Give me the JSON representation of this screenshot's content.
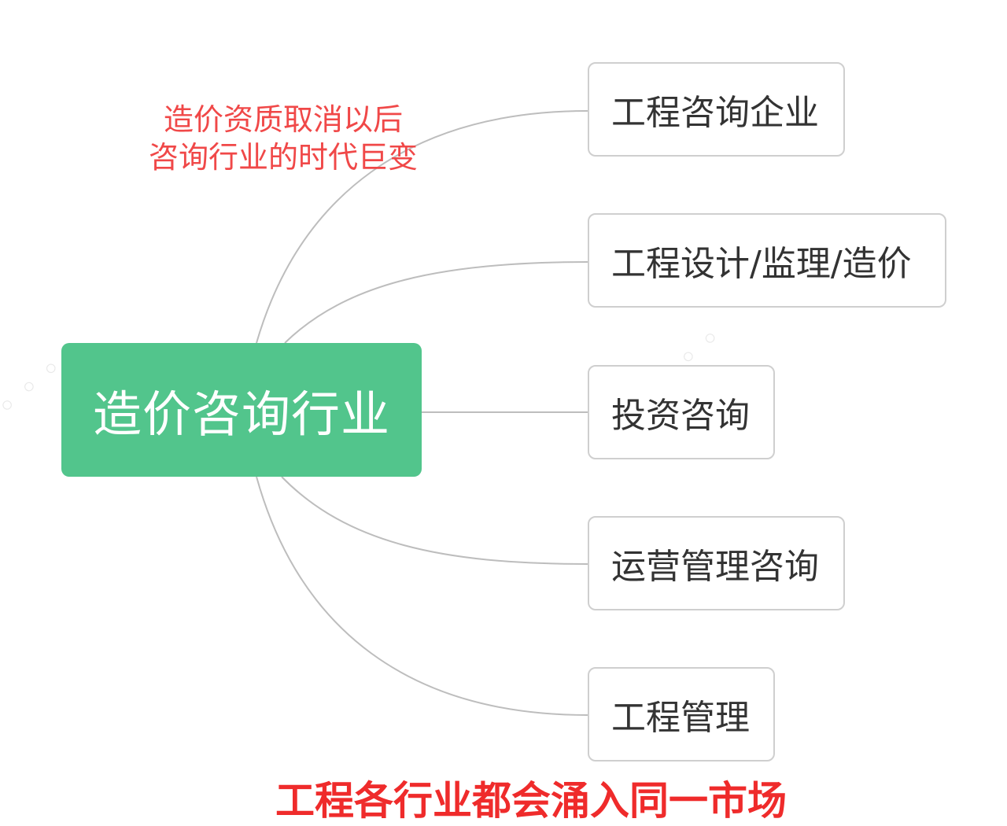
{
  "annotation": {
    "line1": "造价资质取消以后",
    "line2": "咨询行业的时代巨变"
  },
  "root": {
    "label": "造价咨询行业",
    "color": "#52c58c"
  },
  "branches": [
    {
      "label": "工程咨询企业"
    },
    {
      "label": "工程设计/监理/造价"
    },
    {
      "label": "投资咨询"
    },
    {
      "label": "运营管理咨询"
    },
    {
      "label": "工程管理"
    }
  ],
  "footer": {
    "title": "工程各行业都会涌入同一市场"
  },
  "colors": {
    "annotation": "#f04848",
    "footer": "#ef2b2b",
    "connector": "#bdbdbd",
    "node_border": "#cfcfcf"
  }
}
